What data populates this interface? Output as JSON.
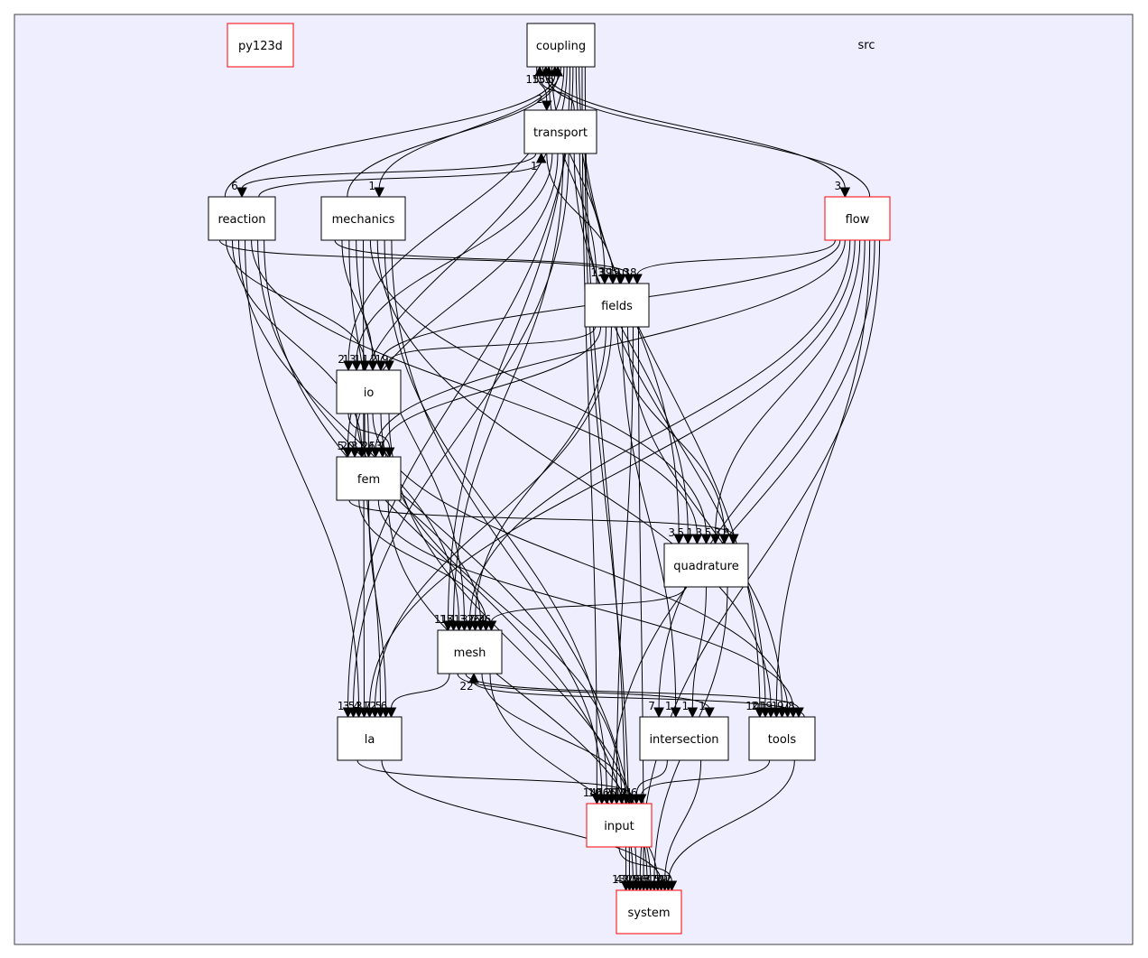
{
  "cluster": {
    "label": "src",
    "fill": "#eeeeff",
    "stroke": "#404040"
  },
  "nodes": [
    {
      "id": "py123d",
      "label": "py123d",
      "border": "#ff0000"
    },
    {
      "id": "coupling",
      "label": "coupling",
      "border": "#000000"
    },
    {
      "id": "transport",
      "label": "transport",
      "border": "#000000"
    },
    {
      "id": "reaction",
      "label": "reaction",
      "border": "#000000"
    },
    {
      "id": "mechanics",
      "label": "mechanics",
      "border": "#000000"
    },
    {
      "id": "flow",
      "label": "flow",
      "border": "#ff0000"
    },
    {
      "id": "fields",
      "label": "fields",
      "border": "#000000"
    },
    {
      "id": "io",
      "label": "io",
      "border": "#000000"
    },
    {
      "id": "fem",
      "label": "fem",
      "border": "#000000"
    },
    {
      "id": "quadrature",
      "label": "quadrature",
      "border": "#000000"
    },
    {
      "id": "mesh",
      "label": "mesh",
      "border": "#000000"
    },
    {
      "id": "la",
      "label": "la",
      "border": "#000000"
    },
    {
      "id": "intersection",
      "label": "intersection",
      "border": "#000000"
    },
    {
      "id": "tools",
      "label": "tools",
      "border": "#000000"
    },
    {
      "id": "input",
      "label": "input",
      "border": "#ff0000"
    },
    {
      "id": "system",
      "label": "system",
      "border": "#ff0000"
    }
  ],
  "edges": [
    {
      "from": "coupling",
      "to": "transport",
      "label": "2"
    },
    {
      "from": "transport",
      "to": "coupling",
      "label": "15"
    },
    {
      "from": "coupling",
      "to": "flow",
      "label": "3"
    },
    {
      "from": "flow",
      "to": "coupling",
      "label": "13"
    },
    {
      "from": "fields",
      "to": "coupling",
      "label": "5"
    },
    {
      "from": "coupling",
      "to": "fields",
      "label": "13"
    },
    {
      "from": "reaction",
      "to": "coupling",
      "label": "3"
    },
    {
      "from": "mechanics",
      "to": "coupling",
      "label": "6"
    },
    {
      "from": "coupling",
      "to": "mechanics",
      "label": "1"
    },
    {
      "from": "coupling",
      "to": "io",
      "label": "2"
    },
    {
      "from": "coupling",
      "to": "fem",
      "label": "5"
    },
    {
      "from": "coupling",
      "to": "mesh",
      "label": "11"
    },
    {
      "from": "coupling",
      "to": "la",
      "label": "1"
    },
    {
      "from": "coupling",
      "to": "quadrature",
      "label": "3"
    },
    {
      "from": "coupling",
      "to": "tools",
      "label": "10"
    },
    {
      "from": "coupling",
      "to": "input",
      "label": "14"
    },
    {
      "from": "coupling",
      "to": "system",
      "label": "13"
    },
    {
      "from": "transport",
      "to": "reaction",
      "label": "6"
    },
    {
      "from": "reaction",
      "to": "transport",
      "label": "1"
    },
    {
      "from": "transport",
      "to": "fields",
      "label": "39"
    },
    {
      "from": "transport",
      "to": "io",
      "label": "13"
    },
    {
      "from": "transport",
      "to": "fem",
      "label": "20"
    },
    {
      "from": "transport",
      "to": "mesh",
      "label": "15"
    },
    {
      "from": "transport",
      "to": "la",
      "label": "3"
    },
    {
      "from": "transport",
      "to": "quadrature",
      "label": "5"
    },
    {
      "from": "transport",
      "to": "tools",
      "label": "21"
    },
    {
      "from": "transport",
      "to": "system",
      "label": "43"
    },
    {
      "from": "reaction",
      "to": "fields",
      "label": "19"
    },
    {
      "from": "reaction",
      "to": "io",
      "label": "1"
    },
    {
      "from": "reaction",
      "to": "fem",
      "label": "3"
    },
    {
      "from": "reaction",
      "to": "mesh",
      "label": "4"
    },
    {
      "from": "reaction",
      "to": "la",
      "label": "5"
    },
    {
      "from": "reaction",
      "to": "quadrature",
      "label": "1"
    },
    {
      "from": "reaction",
      "to": "input",
      "label": "10"
    },
    {
      "from": "reaction",
      "to": "system",
      "label": "1"
    },
    {
      "from": "mechanics",
      "to": "fields",
      "label": "10"
    },
    {
      "from": "mechanics",
      "to": "io",
      "label": "1"
    },
    {
      "from": "mechanics",
      "to": "fem",
      "label": "7"
    },
    {
      "from": "mechanics",
      "to": "mesh",
      "label": "1"
    },
    {
      "from": "mechanics",
      "to": "la",
      "label": "4"
    },
    {
      "from": "mechanics",
      "to": "quadrature",
      "label": "3"
    },
    {
      "from": "mechanics",
      "to": "tools",
      "label": "1"
    },
    {
      "from": "mechanics",
      "to": "input",
      "label": "6"
    },
    {
      "from": "mechanics",
      "to": "system",
      "label": "20"
    },
    {
      "from": "flow",
      "to": "fields",
      "label": "38"
    },
    {
      "from": "flow",
      "to": "io",
      "label": "2"
    },
    {
      "from": "flow",
      "to": "fem",
      "label": "26"
    },
    {
      "from": "flow",
      "to": "mesh",
      "label": "3"
    },
    {
      "from": "flow",
      "to": "la",
      "label": "31"
    },
    {
      "from": "flow",
      "to": "quadrature",
      "label": "5"
    },
    {
      "from": "flow",
      "to": "intersection",
      "label": "7"
    },
    {
      "from": "flow",
      "to": "tools",
      "label": "9"
    },
    {
      "from": "flow",
      "to": "input",
      "label": "12"
    },
    {
      "from": "flow",
      "to": "system",
      "label": "29"
    },
    {
      "from": "fields",
      "to": "io",
      "label": "19"
    },
    {
      "from": "fields",
      "to": "fem",
      "label": "13"
    },
    {
      "from": "fields",
      "to": "mesh",
      "label": "37"
    },
    {
      "from": "fields",
      "to": "la",
      "label": "7"
    },
    {
      "from": "fields",
      "to": "quadrature",
      "label": "3"
    },
    {
      "from": "fields",
      "to": "intersection",
      "label": "1"
    },
    {
      "from": "fields",
      "to": "tools",
      "label": "1"
    },
    {
      "from": "fields",
      "to": "input",
      "label": "66"
    },
    {
      "from": "fields",
      "to": "system",
      "label": "5"
    },
    {
      "from": "io",
      "to": "fem",
      "label": "1"
    },
    {
      "from": "io",
      "to": "mesh",
      "label": "26"
    },
    {
      "from": "io",
      "to": "la",
      "label": "2"
    },
    {
      "from": "io",
      "to": "tools",
      "label": "9"
    },
    {
      "from": "io",
      "to": "input",
      "label": "31"
    },
    {
      "from": "io",
      "to": "system",
      "label": "26"
    },
    {
      "from": "fem",
      "to": "quadrature",
      "label": "8"
    },
    {
      "from": "fem",
      "to": "mesh",
      "label": "24"
    },
    {
      "from": "fem",
      "to": "la",
      "label": "5"
    },
    {
      "from": "fem",
      "to": "tools",
      "label": "7"
    },
    {
      "from": "fem",
      "to": "system",
      "label": "37"
    },
    {
      "from": "quadrature",
      "to": "mesh",
      "label": "36"
    },
    {
      "from": "quadrature",
      "to": "intersection",
      "label": "1"
    },
    {
      "from": "quadrature",
      "to": "system",
      "label": "5"
    },
    {
      "from": "mesh",
      "to": "la",
      "label": "6"
    },
    {
      "from": "mesh",
      "to": "intersection",
      "label": "1"
    },
    {
      "from": "mesh",
      "to": "tools",
      "label": "8"
    },
    {
      "from": "tools",
      "to": "mesh",
      "label": "22"
    },
    {
      "from": "mesh",
      "to": "input",
      "label": "14"
    },
    {
      "from": "mesh",
      "to": "system",
      "label": "37"
    },
    {
      "from": "la",
      "to": "input",
      "label": "2"
    },
    {
      "from": "la",
      "to": "system",
      "label": "15"
    },
    {
      "from": "intersection",
      "to": "input",
      "label": "1"
    },
    {
      "from": "intersection",
      "to": "system",
      "label": "10"
    },
    {
      "from": "tools",
      "to": "input",
      "label": "6"
    },
    {
      "from": "tools",
      "to": "system",
      "label": "19"
    },
    {
      "from": "input",
      "to": "system",
      "label": "42"
    }
  ]
}
